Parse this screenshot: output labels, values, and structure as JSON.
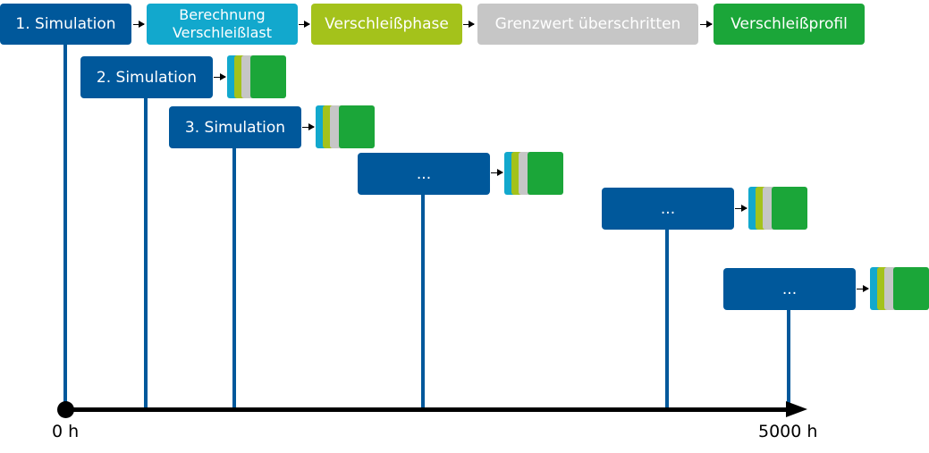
{
  "process_steps": {
    "step1": "1. Simulation",
    "step2_line1": "Berechnung",
    "step2_line2": "Verschleißlast",
    "step3": "Verschleißphase",
    "step4": "Grenzwert überschritten",
    "step5": "Verschleißprofil"
  },
  "simulations": [
    {
      "label": "2. Simulation"
    },
    {
      "label": "3. Simulation"
    },
    {
      "label": "..."
    },
    {
      "label": "..."
    },
    {
      "label": "..."
    }
  ],
  "axis": {
    "start_label": "0 h",
    "end_label": "5000 h"
  },
  "colors": {
    "simulation": "#00589b",
    "berechnung": "#12a8cd",
    "verschleissphase": "#a4c21b",
    "grenzwert": "#c6c6c6",
    "verschleissprofil": "#1ba639",
    "axis": "#000000"
  }
}
